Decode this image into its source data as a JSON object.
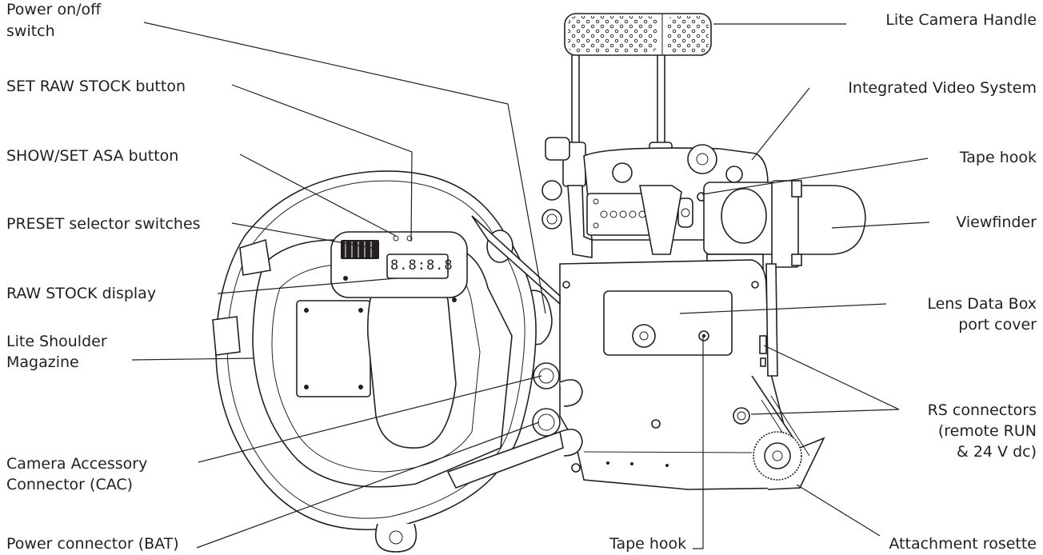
{
  "labels": {
    "power_switch": "Power on/off",
    "power_switch_2": "switch",
    "set_raw_stock": "SET RAW STOCK button",
    "show_set_asa": "SHOW/SET ASA button",
    "preset_switches": "PRESET selector switches",
    "raw_stock_display": "RAW STOCK display",
    "shoulder_mag": "Lite Shoulder",
    "shoulder_mag_2": "Magazine",
    "cac": "Camera Accessory",
    "cac_2": "Connector (CAC)",
    "bat": "Power connector (BAT)",
    "handle": "Lite Camera Handle",
    "video_system": "Integrated Video System",
    "tape_hook_top": "Tape hook",
    "viewfinder": "Viewfinder",
    "lens_data": "Lens Data Box",
    "lens_data_2": "port cover",
    "rs": "RS connectors",
    "rs_2": "(remote RUN",
    "rs_3": "& 24 V dc)",
    "tape_hook_bottom": "Tape hook",
    "rosette": "Attachment rosette"
  },
  "display": {
    "raw_stock_readout": "8.8:8.8"
  }
}
